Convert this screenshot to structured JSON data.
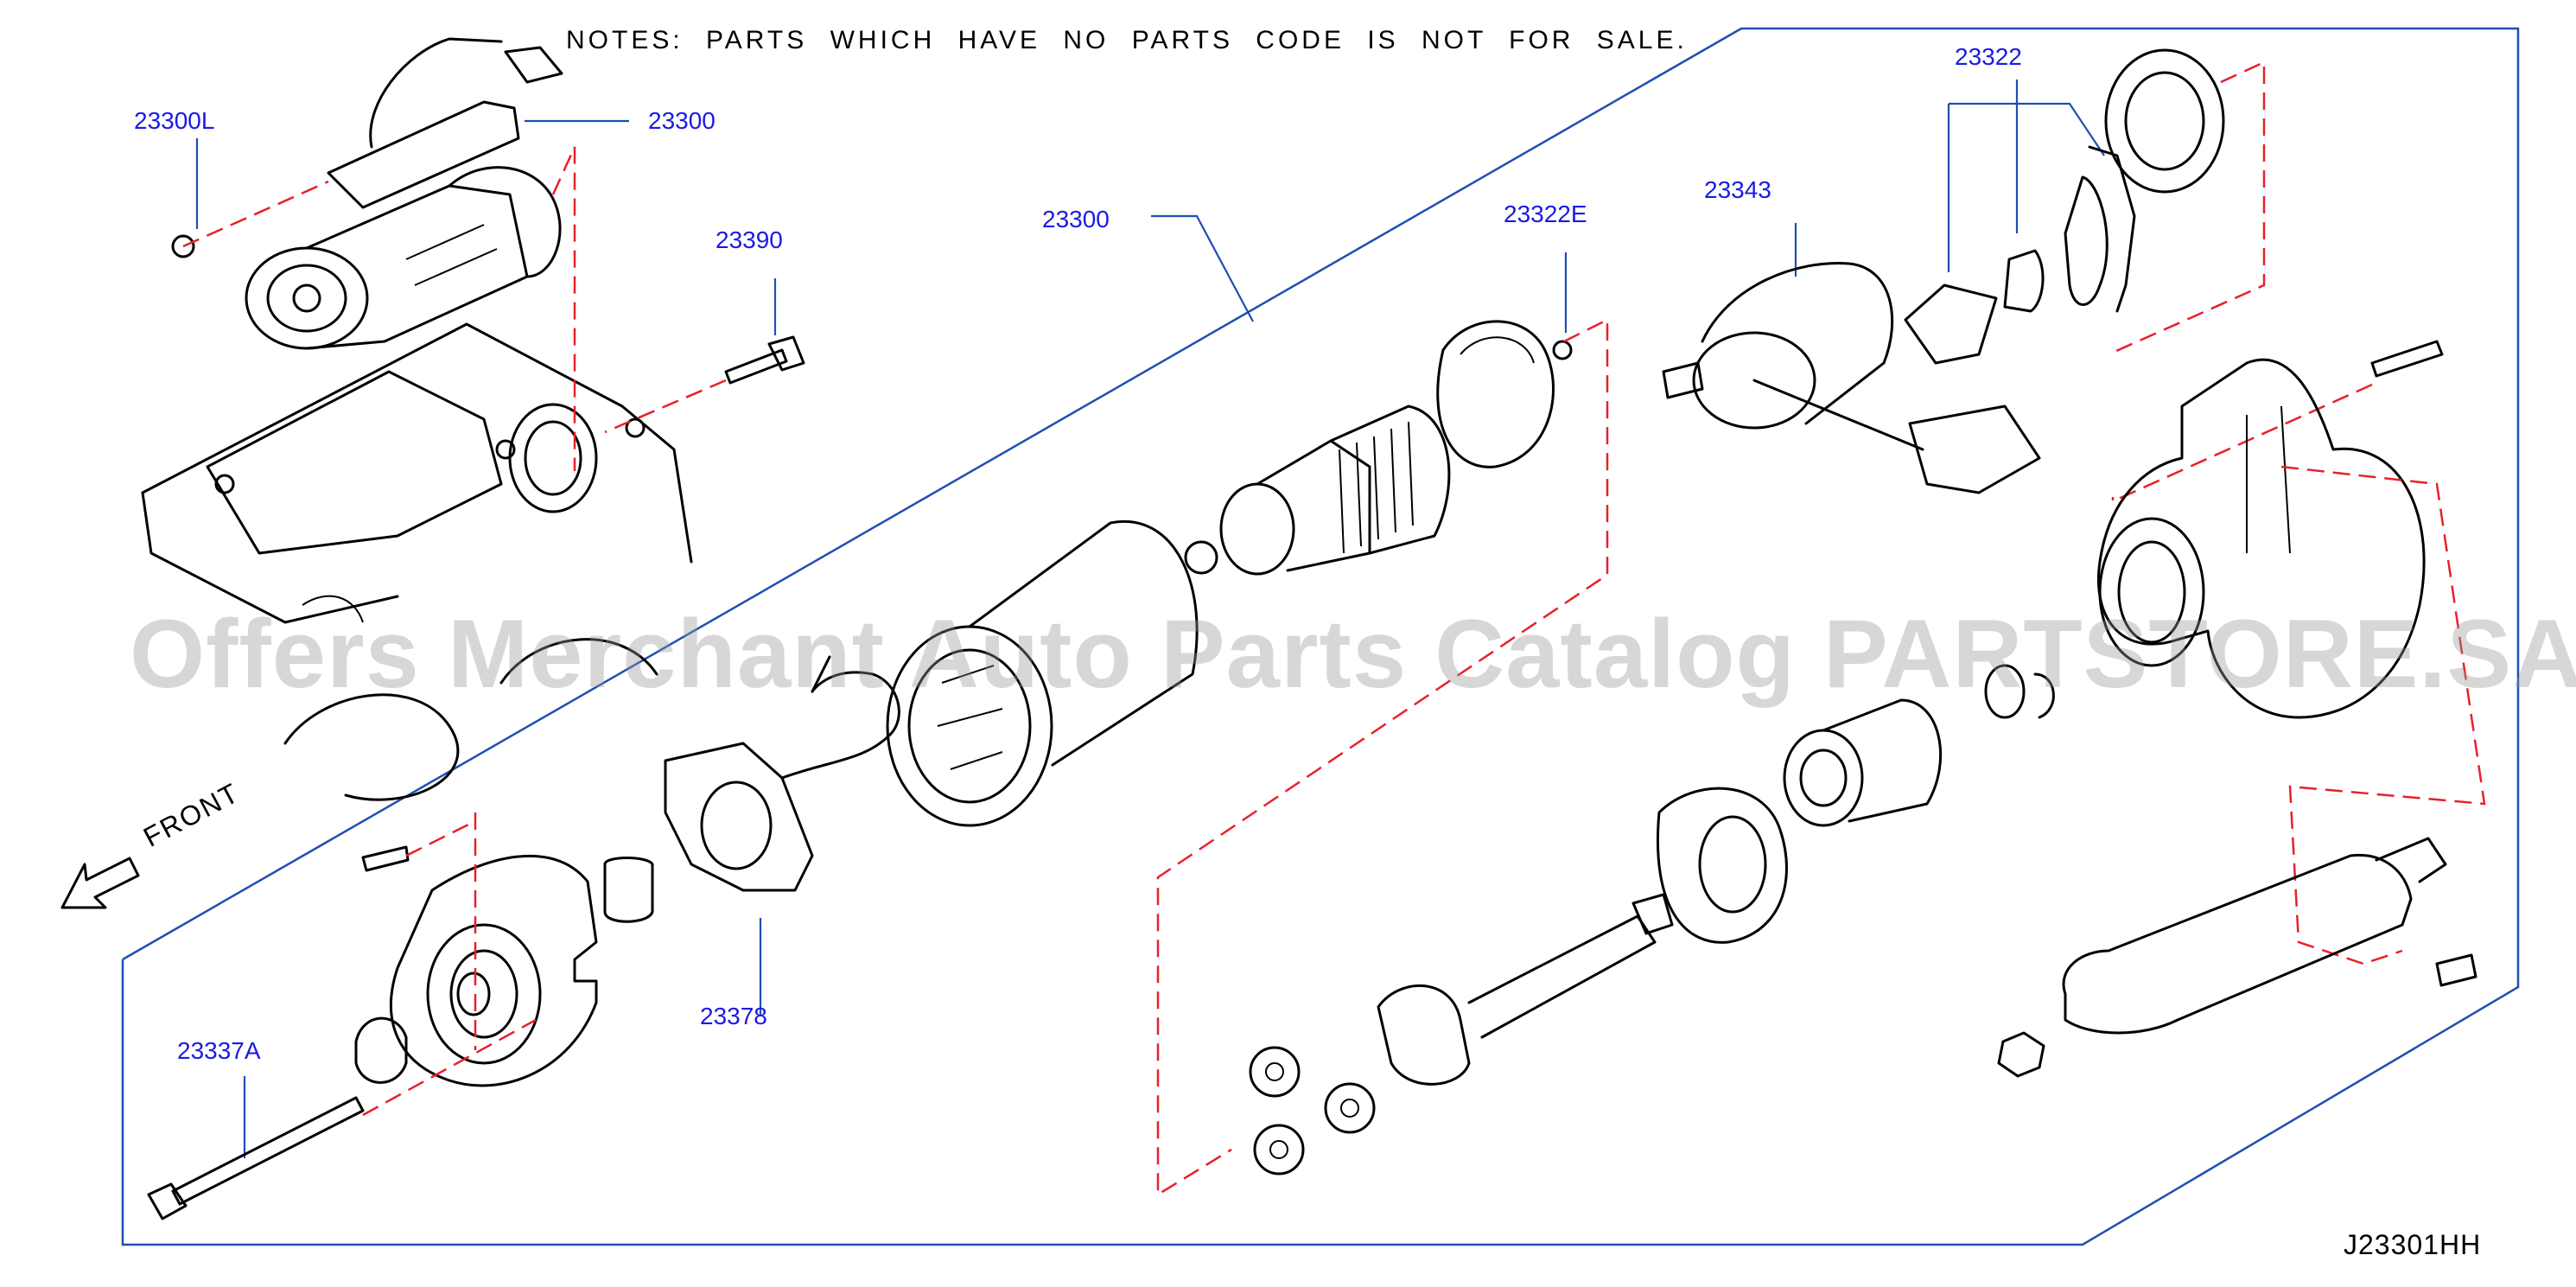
{
  "notes": "NOTES:  PARTS  WHICH  HAVE  NO  PARTS  CODE  IS  NOT  FOR  SALE.",
  "diagram_code": "J23301HH",
  "front_label": "FRONT",
  "watermark": "Offers Merchant Auto Parts Catalog PARTSTORE.SA",
  "callouts": {
    "c23300L": "23300L",
    "c23300_top": "23300",
    "c23390": "23390",
    "c23300_main": "23300",
    "c23322E": "23322E",
    "c23343": "23343",
    "c23322": "23322",
    "c23378": "23378",
    "c23337A": "23337A"
  },
  "colors": {
    "callout": "#1a1ae6",
    "leader": "#1f4fb0",
    "dashed": "#e8202a",
    "line": "#000000"
  }
}
